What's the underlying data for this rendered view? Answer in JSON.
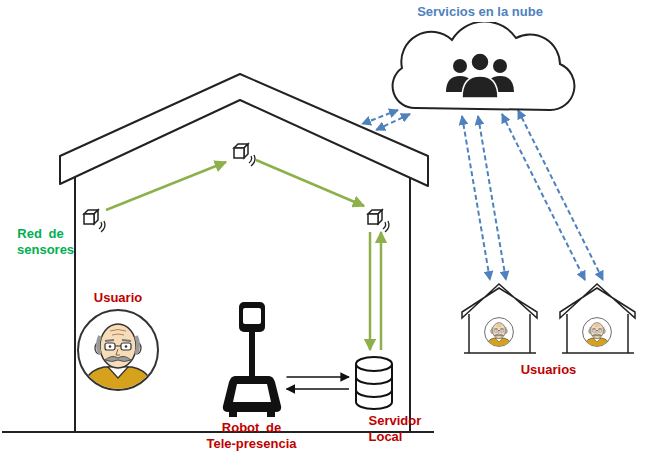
{
  "diagram": {
    "nodes": [
      {
        "text": [
          "Servicios en la nube"
        ]
      },
      {
        "text": [
          "Usuario"
        ]
      },
      {
        "text": [
          "Robot de Tele-presencia"
        ]
      },
      {
        "text": [
          "Servidor Local"
        ]
      }
    ],
    "edges": [
      {
        "from": 2,
        "to": 3,
        "arrow": "to"
      },
      {
        "from": 3,
        "to": 2,
        "arrow": "to"
      }
    ],
    "labels": [
      "Red de sensores",
      "Usuarios"
    ]
  }
}
